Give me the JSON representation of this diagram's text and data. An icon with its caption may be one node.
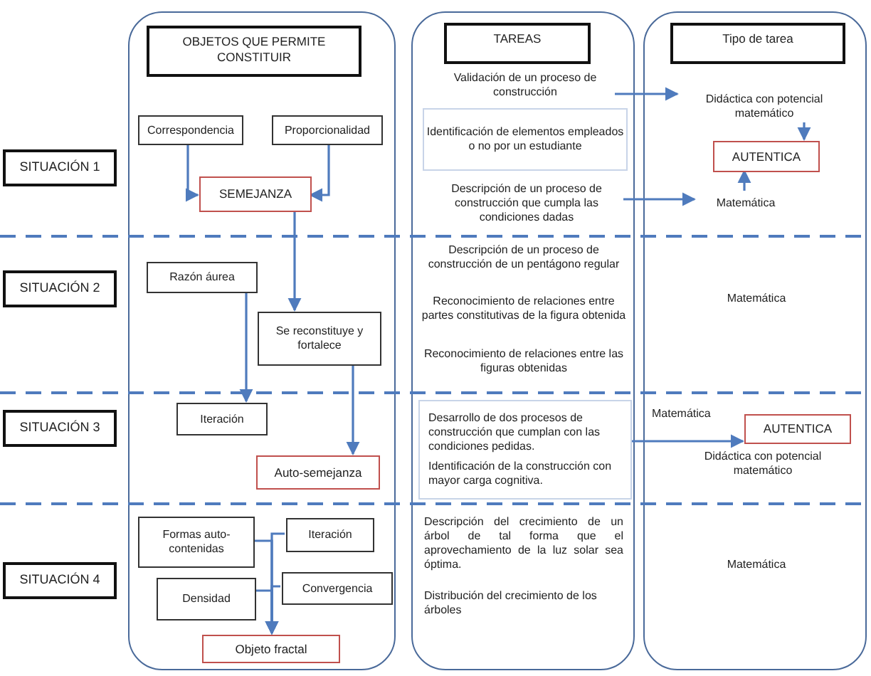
{
  "diagram": {
    "nodes": [
      {
        "text": [
          "SITUACIÓN 1"
        ]
      },
      {
        "text": [
          "SITUACIÓN 2"
        ]
      },
      {
        "text": [
          "SITUACIÓN 3"
        ]
      },
      {
        "text": [
          "SITUACIÓN 4"
        ]
      },
      {
        "text": [],
        "shape": "box"
      },
      {
        "text": [
          "OBJETOS QUE PERMITE CONSTITUIR"
        ],
        "in": 4
      },
      {
        "text": [
          "Correspondencia"
        ],
        "in": 4
      },
      {
        "text": [
          "Proporcionalidad"
        ],
        "in": 4
      },
      {
        "text": [
          "SEMEJANZA"
        ],
        "in": 4
      },
      {
        "text": [
          "Razón áurea"
        ],
        "in": 4
      },
      {
        "text": [
          "Se reconstituye y fortalece"
        ],
        "in": 4
      },
      {
        "text": [
          "Iteración"
        ],
        "in": 4
      },
      {
        "text": [
          "Auto-semejanza"
        ],
        "in": 4
      },
      {
        "text": [
          "Formas auto-contenidas"
        ],
        "in": 4
      },
      {
        "text": [
          "Iteración"
        ],
        "in": 4
      },
      {
        "text": [
          "Densidad"
        ],
        "in": 4
      },
      {
        "text": [
          "Convergencia"
        ],
        "in": 4
      },
      {
        "text": [
          "Objeto fractal"
        ],
        "in": 4
      },
      {
        "text": [],
        "shape": "box"
      },
      {
        "text": [
          "TAREAS"
        ],
        "in": 18
      },
      {
        "text": [
          "Validación de un proceso de construcción"
        ],
        "in": 18
      },
      {
        "text": [
          "Identificación de elementos empleados o no por un estudiante"
        ],
        "in": 18
      },
      {
        "text": [
          "Descripción de un proceso de construcción que cumpla las condiciones dadas"
        ],
        "in": 18
      },
      {
        "text": [
          "Desarrollo de dos procesos de construcción que cumplan con las condiciones pedidas.",
          "Identificación de la construcción con mayor carga cognitiva."
        ],
        "in": 18
      },
      {
        "text": [],
        "shape": "box"
      },
      {
        "text": [
          "Tipo de tarea"
        ],
        "in": 24
      },
      {
        "text": [
          "Didáctica con potencial matemático"
        ],
        "in": 24
      },
      {
        "text": [
          "AUTENTICA"
        ],
        "in": 24
      },
      {
        "text": [
          "Matemática"
        ],
        "in": 24
      },
      {
        "text": [
          "AUTENTICA"
        ],
        "in": 24
      }
    ],
    "edges": [
      {
        "from": 6,
        "to": 8,
        "arrow": "to"
      },
      {
        "from": 7,
        "to": 8,
        "arrow": "to"
      },
      {
        "from": 8,
        "to": 10,
        "arrow": "to"
      },
      {
        "from": 9,
        "to": 11,
        "arrow": "to"
      },
      {
        "from": 10,
        "to": 12,
        "arrow": "to"
      },
      {
        "from": 13,
        "to": 17,
        "arrow": "to"
      },
      {
        "from": 14,
        "to": 17,
        "arrow": "to"
      },
      {
        "from": 15,
        "to": 17,
        "arrow": "to"
      },
      {
        "from": 16,
        "to": 17,
        "arrow": "to"
      },
      {
        "from": 20,
        "to": 26,
        "arrow": "to"
      },
      {
        "from": 26,
        "to": 27,
        "arrow": "to"
      },
      {
        "from": 22,
        "to": 28,
        "arrow": "to"
      },
      {
        "from": 28,
        "to": 27,
        "arrow": "to"
      },
      {
        "from": 23,
        "to": 29,
        "arrow": "to"
      }
    ],
    "labels": [
      "Descripción de un proceso de construcción de un pentágono regular",
      "Reconocimiento de relaciones entre partes constitutivas de la figura obtenida",
      "Reconocimiento de relaciones entre las figuras obtenidas",
      "Matemática",
      "Matemática",
      "Didáctica con potencial matemático",
      "Descripción del crecimiento de un árbol de tal forma que el aprovechamiento de la luz solar sea óptima.",
      "Distribución del crecimiento de los árboles",
      "Matemática"
    ]
  }
}
